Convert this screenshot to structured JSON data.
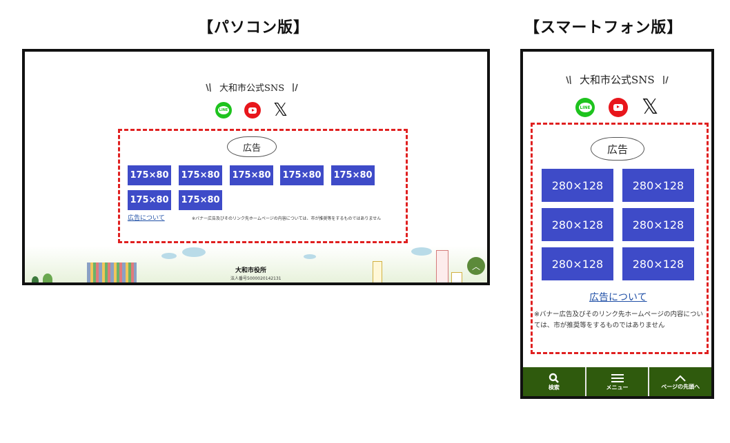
{
  "headings": {
    "pc": "【パソコン版】",
    "sp": "【スマートフォン版】"
  },
  "pc": {
    "sns_title": "大和市公式SNS",
    "line_label": "LINE",
    "ad_title": "広告",
    "banners": [
      "175×80",
      "175×80",
      "175×80",
      "175×80",
      "175×80",
      "175×80",
      "175×80"
    ],
    "ad_link": "広告について",
    "note": "※バナー広告及びそのリンク先ホームページの内容については、市が推奨等をするものではありません",
    "footer_title": "大和市役所",
    "footer_corp": "法人番号5000020142131",
    "top_button_icon": "chevron-up-icon"
  },
  "sp": {
    "sns_title": "大和市公式SNS",
    "line_label": "LINE",
    "ad_title": "広告",
    "banners": [
      "280×128",
      "280×128",
      "280×128",
      "280×128",
      "280×128",
      "280×128"
    ],
    "ad_link": "広告について",
    "note": "※バナー広告及びそのリンク先ホームページの内容については、市が推奨等をするものではありません",
    "nav": {
      "search": "検索",
      "menu": "メニュー",
      "top": "ページの先頭へ"
    }
  },
  "colors": {
    "banner": "#3e4bc8",
    "dashed_border": "#e02020",
    "nav_bar": "#2f5a0d",
    "line_green": "#1ec31e",
    "youtube_red": "#e8161c"
  }
}
